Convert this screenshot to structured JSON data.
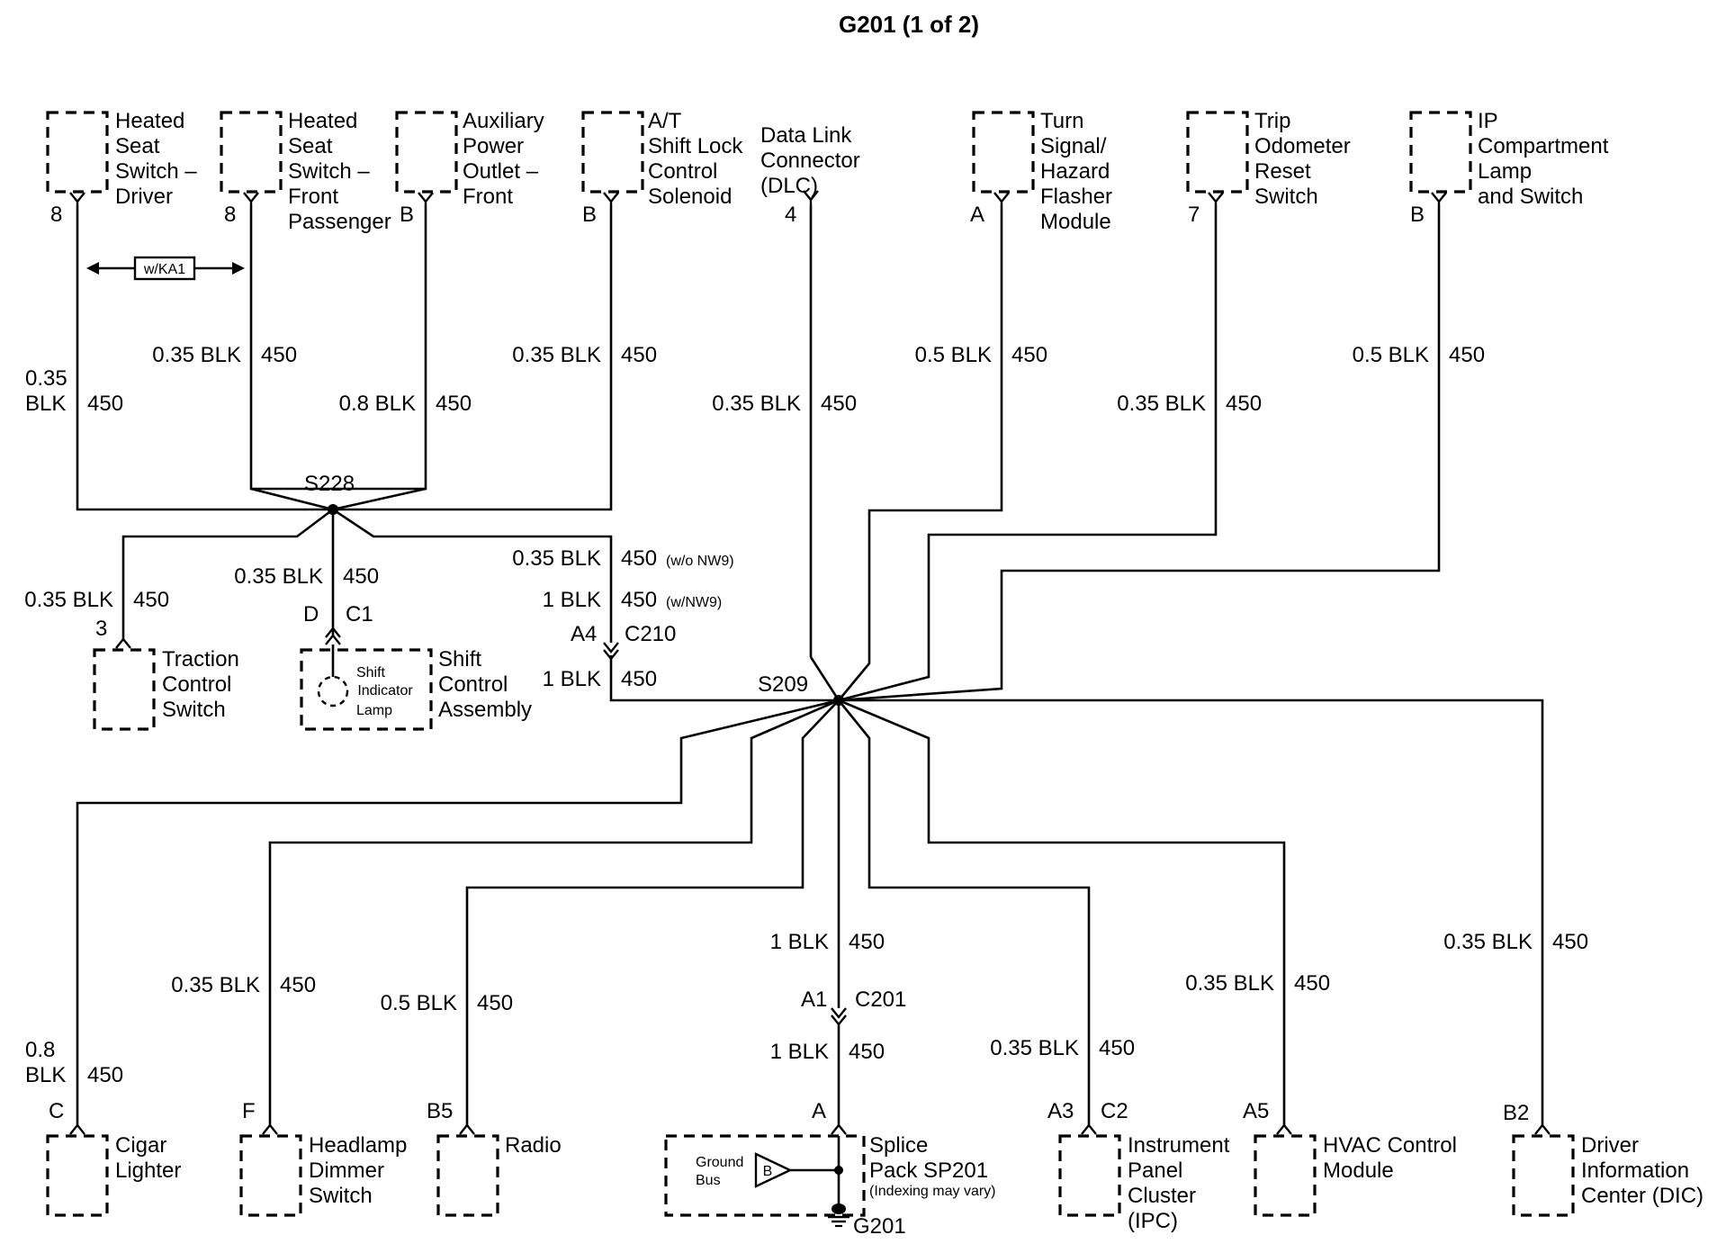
{
  "title": "G201 (1 of 2)",
  "option_box": "w/KA1",
  "top_components": [
    {
      "lines": [
        "Heated",
        "Seat",
        "Switch –",
        "Driver"
      ],
      "pin": "8"
    },
    {
      "lines": [
        "Heated",
        "Seat",
        "Switch –",
        "Front",
        "Passenger"
      ],
      "pin": "8"
    },
    {
      "lines": [
        "Auxiliary",
        "Power",
        "Outlet –",
        "Front"
      ],
      "pin": "B"
    },
    {
      "lines": [
        "A/T",
        "Shift Lock",
        "Control",
        "Solenoid"
      ],
      "pin": "B"
    },
    {
      "lines": [
        "Data Link",
        "Connector",
        "(DLC)"
      ],
      "pin": "4"
    },
    {
      "lines": [
        "Turn",
        "Signal/",
        "Hazard",
        "Flasher",
        "Module"
      ],
      "pin": "A"
    },
    {
      "lines": [
        "Trip",
        "Odometer",
        "Reset",
        "Switch"
      ],
      "pin": "7"
    },
    {
      "lines": [
        "IP",
        "Compartment",
        "Lamp",
        "and Switch"
      ],
      "pin": "B"
    }
  ],
  "top_wires": [
    {
      "wire": "0.35",
      "wire2": "BLK",
      "circuit": "450"
    },
    {
      "wire": "0.35 BLK",
      "circuit": "450"
    },
    {
      "wire": "0.8 BLK",
      "circuit": "450"
    },
    {
      "wire": "0.35 BLK",
      "circuit": "450"
    },
    {
      "wire": "0.35 BLK",
      "circuit": "450"
    },
    {
      "wire": "0.5 BLK",
      "circuit": "450"
    },
    {
      "wire": "0.35 BLK",
      "circuit": "450"
    },
    {
      "wire": "0.5 BLK",
      "circuit": "450"
    }
  ],
  "splices": {
    "s228": "S228",
    "s209": "S209"
  },
  "mid": {
    "traction": {
      "lines": [
        "Traction",
        "Control",
        "Switch"
      ],
      "pin": "3",
      "wire": "0.35 BLK",
      "circuit": "450"
    },
    "shift_assembly": {
      "lines": [
        "Shift",
        "Control",
        "Assembly"
      ],
      "pin": "D",
      "connector": "C1",
      "wire": "0.35 BLK",
      "circuit": "450"
    },
    "shift_lamp": [
      "Shift",
      "Indicator",
      "Lamp"
    ],
    "c210": {
      "wire_a": "0.35 BLK",
      "circuit_a": "450",
      "opt_a": "(w/o NW9)",
      "wire_b": "1 BLK",
      "circuit_b": "450",
      "opt_b": "(w/NW9)",
      "pin": "A4",
      "connector": "C210",
      "wire_c": "1 BLK",
      "circuit_c": "450"
    }
  },
  "bottom_components": [
    {
      "lines": [
        "Cigar",
        "Lighter"
      ],
      "pin": "C",
      "wire": "0.8",
      "wire2": "BLK",
      "circuit": "450"
    },
    {
      "lines": [
        "Headlamp",
        "Dimmer",
        "Switch"
      ],
      "pin": "F",
      "wire": "0.35 BLK",
      "circuit": "450"
    },
    {
      "lines": [
        "Radio"
      ],
      "pin": "B5",
      "wire": "0.5 BLK",
      "circuit": "450"
    },
    {
      "lines": [
        "Instrument",
        "Panel",
        "Cluster",
        "(IPC)"
      ],
      "pin": "A3",
      "connector": "C2",
      "wire": "0.35 BLK",
      "circuit": "450"
    },
    {
      "lines": [
        "HVAC Control",
        "Module"
      ],
      "pin": "A5",
      "wire": "0.35 BLK",
      "circuit": "450"
    },
    {
      "lines": [
        "Driver",
        "Information",
        "Center (DIC)"
      ],
      "pin": "B2",
      "wire": "0.35 BLK",
      "circuit": "450"
    }
  ],
  "ground_path": {
    "wire_upper": "1 BLK",
    "circuit_upper": "450",
    "pin": "A1",
    "connector": "C201",
    "wire_lower": "1 BLK",
    "circuit_lower": "450",
    "splice_pin": "A",
    "splice_pack": [
      "Splice",
      "Pack SP201"
    ],
    "splice_note": "(Indexing may vary)",
    "ground_bus": [
      "Ground",
      "Bus"
    ],
    "bus_pin": "B",
    "ground": "G201"
  }
}
